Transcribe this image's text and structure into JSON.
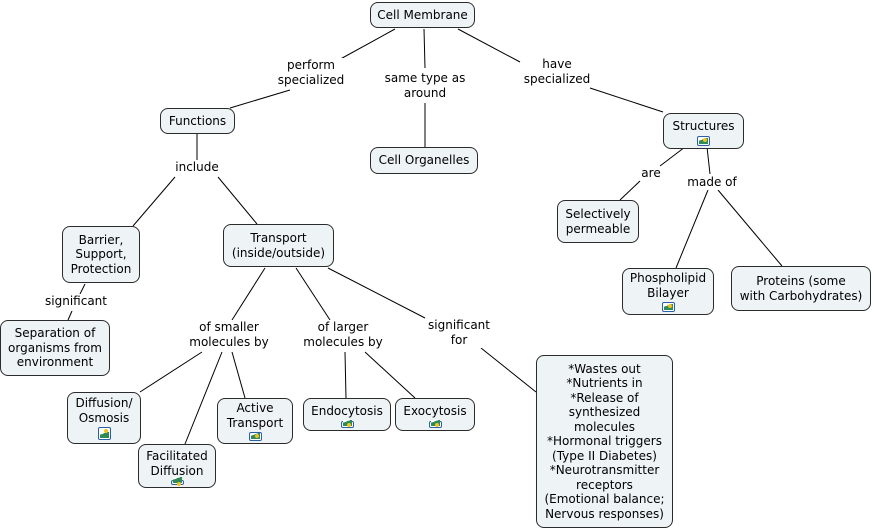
{
  "concepts": {
    "cell_membrane": "Cell Membrane",
    "functions": "Functions",
    "cell_organelles": "Cell Organelles",
    "structures": "Structures",
    "barrier": "Barrier,\nSupport,\nProtection",
    "transport": "Transport\n(inside/outside)",
    "separation": "Separation of\norganisms from\nenvironment",
    "selectively_permeable": "Selectively\npermeable",
    "phospholipid": "Phospholipid\nBilayer",
    "proteins": "Proteins (some\nwith Carbohydrates)",
    "diffusion": "Diffusion/\nOsmosis",
    "facilitated": "Facilitated\nDiffusion",
    "active": "Active\nTransport",
    "endocytosis": "Endocytosis",
    "exocytosis": "Exocytosis",
    "significance": "*Wastes out\n*Nutrients in\n*Release of\nsynthesized\nmolecules\n*Hormonal triggers\n(Type II Diabetes)\n*Neurotransmitter\nreceptors\n(Emotional balance;\nNervous responses)"
  },
  "links": {
    "perform": "perform\nspecialized",
    "same_type": "same type as\naround",
    "have": "have\nspecialized",
    "include": "include",
    "are": "are",
    "made_of": "made of",
    "significant1": "significant",
    "smaller": "of smaller\nmolecules by",
    "larger": "of larger\nmolecules by",
    "significant_for": "significant\nfor"
  },
  "icons": {
    "attachment": "image-attachment-icon"
  }
}
